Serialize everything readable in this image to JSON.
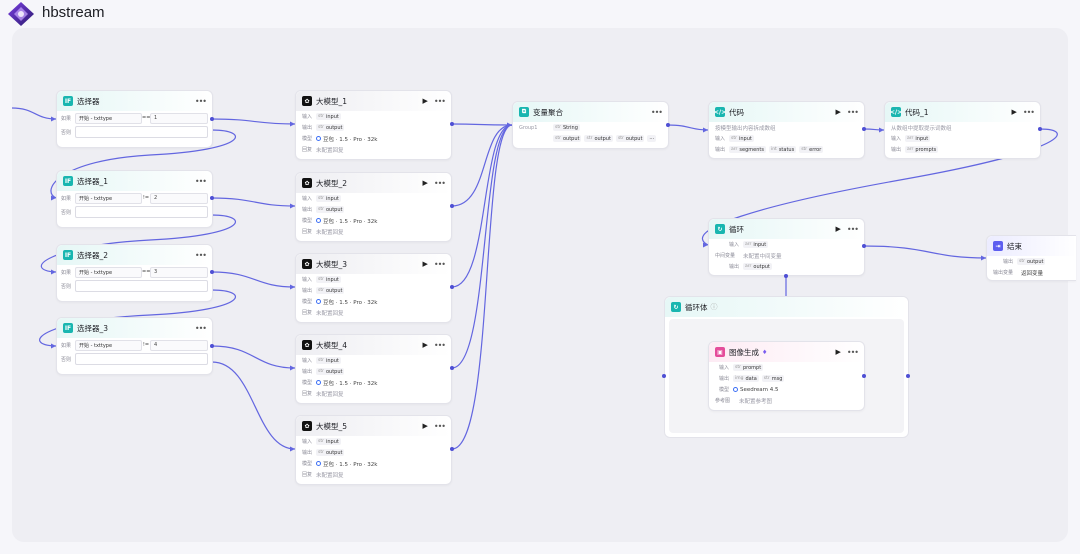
{
  "app": {
    "title": "hbstream"
  },
  "colors": {
    "accent": "#4e4fd4",
    "wire": "#6366e0",
    "selector_icon": "#19b6b0",
    "llm_icon": "#111111",
    "code_icon": "#19b6b0",
    "image_icon": "#e44c9a",
    "end_icon": "#5d5ef0"
  },
  "labels": {
    "input": "输入",
    "output": "输出",
    "model": "模型",
    "reply": "回复",
    "condition": "如果",
    "else": "否则",
    "not_configured_reply": "未配置回复",
    "intermediate": "中间变量",
    "not_configured_intermediate": "未配置中间变量",
    "output_var": "输出变量",
    "return_var": "返回变量",
    "reference": "参考图",
    "not_configured_ref": "未配置参考图"
  },
  "selectors": [
    {
      "title": "选择器",
      "left": "开始 - txttype",
      "op": "==",
      "value": "1"
    },
    {
      "title": "选择器_1",
      "left": "开始 - txttype",
      "op": "!=",
      "value": "2"
    },
    {
      "title": "选择器_2",
      "left": "开始 - txttype",
      "op": "==",
      "value": "3"
    },
    {
      "title": "选择器_3",
      "left": "开始 - txttype",
      "op": "!=",
      "value": "4"
    }
  ],
  "llms": [
    {
      "title": "大模型_1",
      "input": "input",
      "output": "output",
      "model": "豆包 · 1.5 · Pro · 32k"
    },
    {
      "title": "大模型_2",
      "input": "input",
      "output": "output",
      "model": "豆包 · 1.5 · Pro · 32k"
    },
    {
      "title": "大模型_3",
      "input": "input",
      "output": "output",
      "model": "豆包 · 1.5 · Pro · 32k"
    },
    {
      "title": "大模型_4",
      "input": "input",
      "output": "output",
      "model": "豆包 · 1.5 · Pro · 32k"
    },
    {
      "title": "大模型_5",
      "input": "input",
      "output": "output",
      "model": "豆包 · 1.5 · Pro · 32k"
    }
  ],
  "aggregate": {
    "title": "变量聚合",
    "group": "Group1",
    "type": "String",
    "outputs": [
      "output",
      "output",
      "output"
    ]
  },
  "code": {
    "title": "代码",
    "desc": "按模型输出内容拆成数组",
    "input": "input",
    "outputs": [
      "segments",
      "status",
      "error"
    ]
  },
  "code1": {
    "title": "代码_1",
    "desc": "从数组中提取提示词数组",
    "input": "input",
    "output": "prompts"
  },
  "loop": {
    "title": "循环",
    "input": "input",
    "output": "output"
  },
  "end": {
    "title": "结束",
    "output": "output"
  },
  "loopbody": {
    "title": "循环体"
  },
  "image": {
    "title": "图像生成",
    "input": "prompt",
    "outputs": [
      "data",
      "msg"
    ],
    "model": "Seedream 4.5"
  }
}
